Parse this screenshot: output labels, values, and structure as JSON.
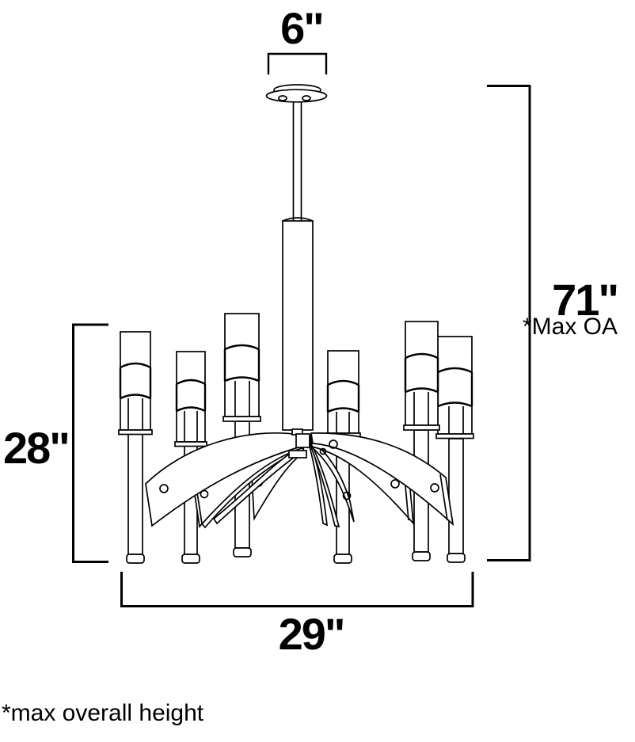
{
  "diagram": {
    "labels": {
      "canopy_width": "6\"",
      "max_overall_height": "71\"",
      "max_overall_note": "*Max OA",
      "body_height": "28\"",
      "fixture_width": "29\"",
      "footnote": "*max overall height"
    },
    "values": {
      "canopy_width_in": 6,
      "max_overall_height_in": 71,
      "body_height_in": 28,
      "fixture_width_in": 29
    },
    "colors": {
      "line": "#000000",
      "background": "#ffffff"
    }
  }
}
